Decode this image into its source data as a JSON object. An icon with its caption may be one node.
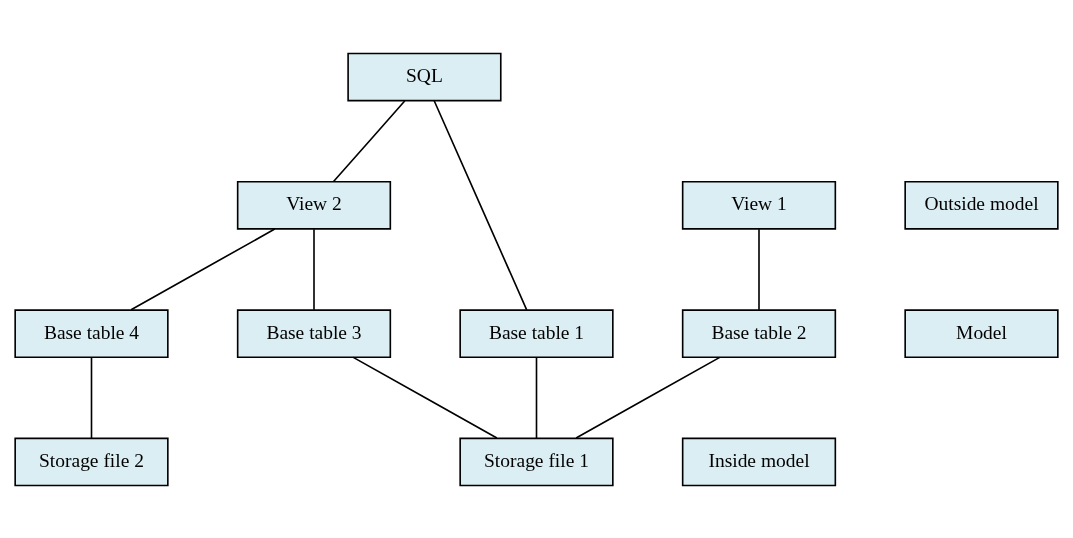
{
  "diagram": {
    "nodes": [
      {
        "text": [
          "SQL"
        ]
      },
      {
        "text": [
          "View 1"
        ]
      },
      {
        "text": [
          "View 2"
        ]
      },
      {
        "text": [
          "Outside model"
        ]
      },
      {
        "text": [
          "Base table 1"
        ]
      },
      {
        "text": [
          "Base table 2"
        ]
      },
      {
        "text": [
          "Base table 3"
        ]
      },
      {
        "text": [
          "Base table 4"
        ]
      },
      {
        "text": [
          "Model"
        ]
      },
      {
        "text": [
          "Storage file 1"
        ]
      },
      {
        "text": [
          "Storage file 2"
        ]
      },
      {
        "text": [
          "Inside model"
        ]
      }
    ],
    "edges": [
      {
        "from": 0,
        "to": 4,
        "arrow": "none"
      },
      {
        "from": 0,
        "to": 2,
        "arrow": "none"
      },
      {
        "from": 1,
        "to": 5,
        "arrow": "none"
      },
      {
        "from": 2,
        "to": 6,
        "arrow": "none"
      },
      {
        "from": 2,
        "to": 7,
        "arrow": "none"
      },
      {
        "from": 4,
        "to": 9,
        "arrow": "none"
      },
      {
        "from": 5,
        "to": 9,
        "arrow": "none"
      },
      {
        "from": 6,
        "to": 9,
        "arrow": "none"
      },
      {
        "from": 7,
        "to": 10,
        "arrow": "none"
      }
    ]
  }
}
